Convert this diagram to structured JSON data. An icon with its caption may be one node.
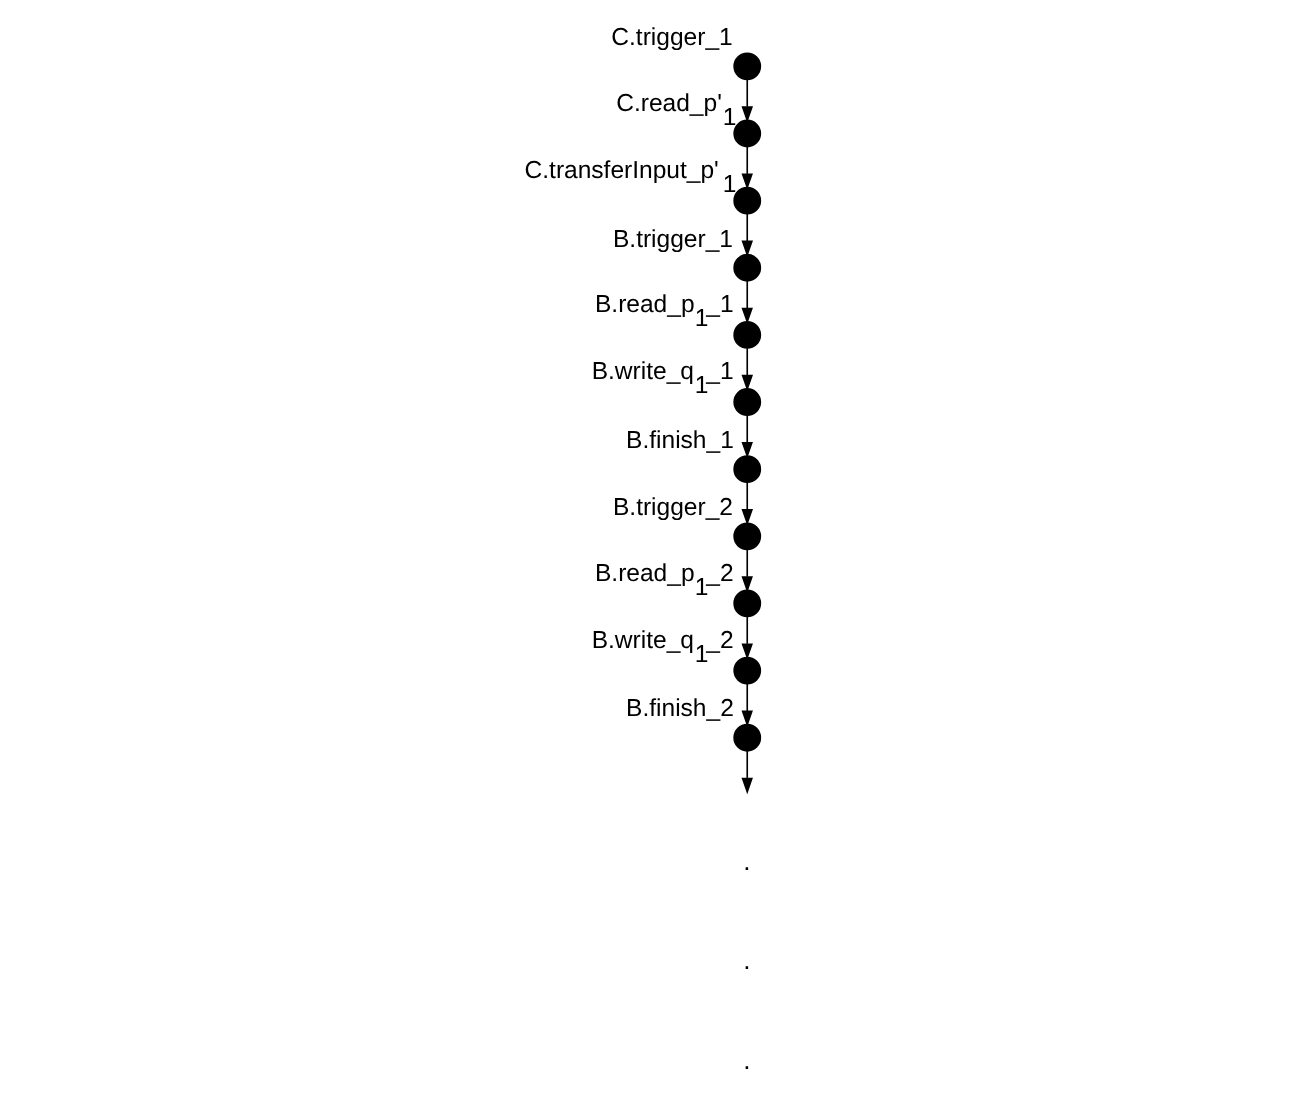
{
  "diagram": {
    "nodes": [
      {
        "text": [],
        "shape": "circle",
        "beside": [
          "C.trigger_1"
        ]
      },
      {
        "text": [],
        "shape": "circle",
        "beside": [
          "C.read_p'$_{1}$"
        ]
      },
      {
        "text": [],
        "shape": "circle",
        "beside": [
          "C.transferInput_p'$_{1}$"
        ]
      },
      {
        "text": [],
        "shape": "circle",
        "beside": [
          "B.trigger_1"
        ]
      },
      {
        "text": [],
        "shape": "circle",
        "beside": [
          "B.read_p$_{1}$_1"
        ]
      },
      {
        "text": [],
        "shape": "circle",
        "beside": [
          "B.write_q$_{1}$_1"
        ]
      },
      {
        "text": [],
        "shape": "circle",
        "beside": [
          "B.finish_1"
        ]
      },
      {
        "text": [],
        "shape": "circle",
        "beside": [
          "B.trigger_2"
        ]
      },
      {
        "text": [],
        "shape": "circle",
        "beside": [
          "B.read_p$_{1}$_2"
        ]
      },
      {
        "text": [],
        "shape": "circle",
        "beside": [
          "B.write_q$_{1}$_2"
        ]
      },
      {
        "text": [],
        "shape": "circle",
        "beside": [
          "B.finish_2"
        ]
      }
    ],
    "edges": [
      {
        "from": 0,
        "to": 1,
        "arrow": "to"
      },
      {
        "from": 1,
        "to": 2,
        "arrow": "to"
      },
      {
        "from": 2,
        "to": 3,
        "arrow": "to"
      },
      {
        "from": 3,
        "to": 4,
        "arrow": "to"
      },
      {
        "from": 4,
        "to": 5,
        "arrow": "to"
      },
      {
        "from": 5,
        "to": 6,
        "arrow": "to"
      },
      {
        "from": 6,
        "to": 7,
        "arrow": "to"
      },
      {
        "from": 7,
        "to": 8,
        "arrow": "to"
      },
      {
        "from": 8,
        "to": 9,
        "arrow": "to"
      },
      {
        "from": 9,
        "to": 10,
        "arrow": "to"
      },
      {
        "from": 10,
        "to": null,
        "arrow": "to"
      }
    ],
    "labels": [
      ".",
      ".",
      "."
    ]
  }
}
